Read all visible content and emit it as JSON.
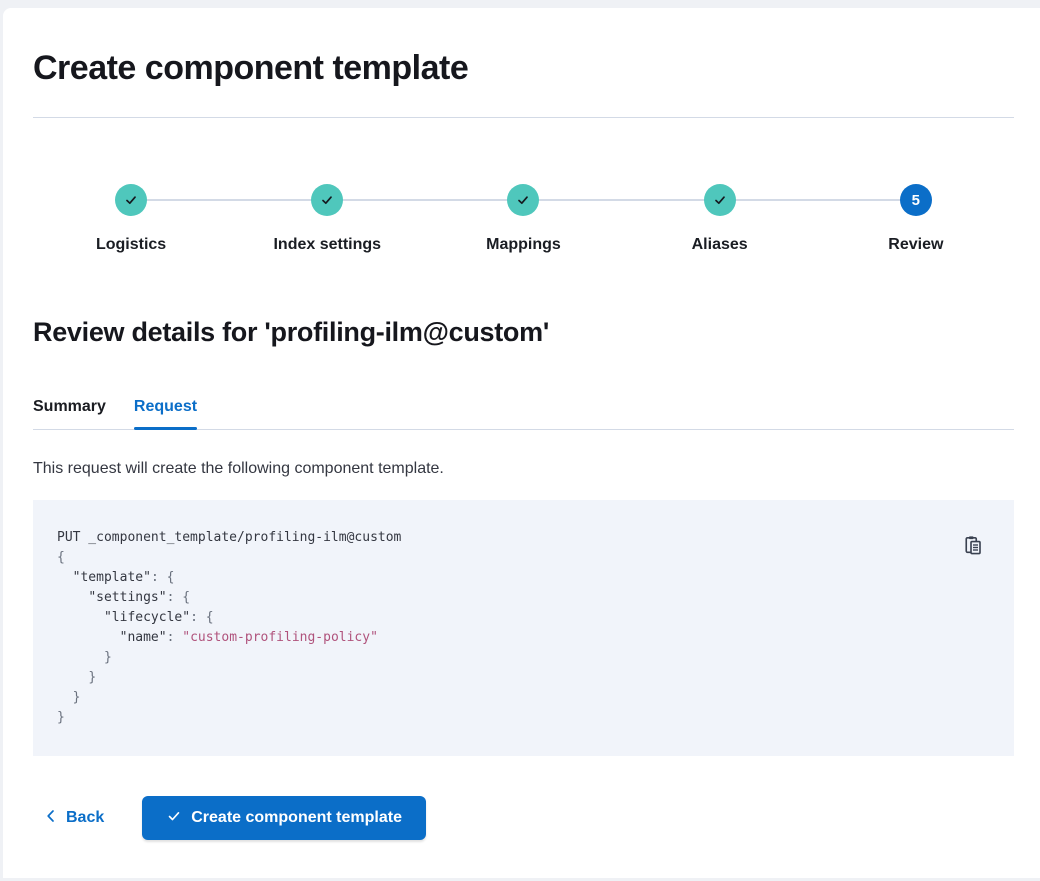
{
  "page": {
    "title": "Create component template"
  },
  "stepper": {
    "steps": [
      {
        "label": "Logistics",
        "status": "complete"
      },
      {
        "label": "Index settings",
        "status": "complete"
      },
      {
        "label": "Mappings",
        "status": "complete"
      },
      {
        "label": "Aliases",
        "status": "complete"
      },
      {
        "label": "Review",
        "status": "current",
        "number": "5"
      }
    ]
  },
  "review": {
    "heading": "Review details for 'profiling-ilm@custom'",
    "tabs": [
      {
        "label": "Summary",
        "selected": false
      },
      {
        "label": "Request",
        "selected": true
      }
    ],
    "description": "This request will create the following component template."
  },
  "code": {
    "lines": [
      "PUT _component_template/profiling-ilm@custom",
      "{",
      "  \"template\": {",
      "    \"settings\": {",
      "      \"lifecycle\": {",
      "        \"name\": \"custom-profiling-policy\"",
      "      }",
      "    }",
      "  }",
      "}"
    ],
    "copy_icon": "copy-clipboard-icon"
  },
  "footer": {
    "back_label": "Back",
    "submit_label": "Create component template"
  },
  "colors": {
    "primary": "#0b6ec8",
    "success_teal": "#4fc7bc",
    "code_background": "#f1f4fa",
    "code_string": "#b0537c",
    "divider": "#d3dae6"
  }
}
